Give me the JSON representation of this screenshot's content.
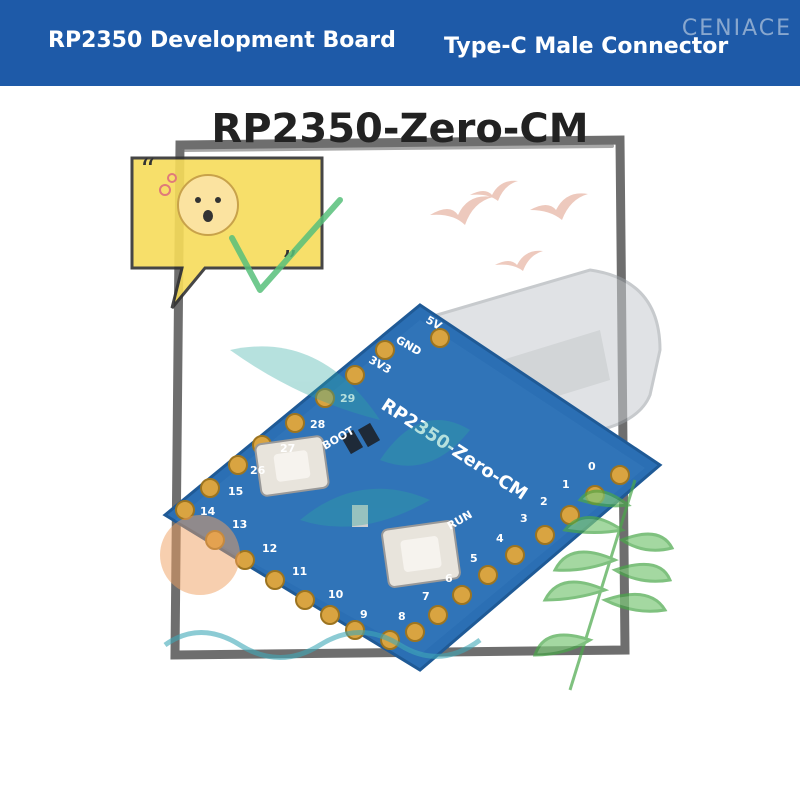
{
  "banner": {
    "left_label": "RP2350 Development Board",
    "right_label": "Type-C Male Connector",
    "watermark": "CENIACE"
  },
  "product_title": "RP2350-Zero-CM",
  "board": {
    "silkscreen_name": "RP2350-Zero-CM",
    "buttons": [
      "BOOT",
      "RUN"
    ],
    "power_pins": [
      "5V",
      "GND",
      "3V3"
    ],
    "left_pin_numbers": [
      "29",
      "28",
      "27",
      "26",
      "15",
      "14",
      "13",
      "12",
      "11",
      "10",
      "9"
    ],
    "right_pin_numbers": [
      "0",
      "1",
      "2",
      "3",
      "4",
      "5",
      "6",
      "7",
      "8"
    ]
  },
  "colors": {
    "banner": "#1e5aa8",
    "pcb": "#2b6fb4",
    "pads": "#d9a441",
    "bubble": "#f7dc5a"
  },
  "icons": [
    "speech-bubble-icon",
    "smiley-icon",
    "checkmark-icon",
    "birds-icon",
    "palm-leaf-icon",
    "wave-icon",
    "sun-icon"
  ]
}
